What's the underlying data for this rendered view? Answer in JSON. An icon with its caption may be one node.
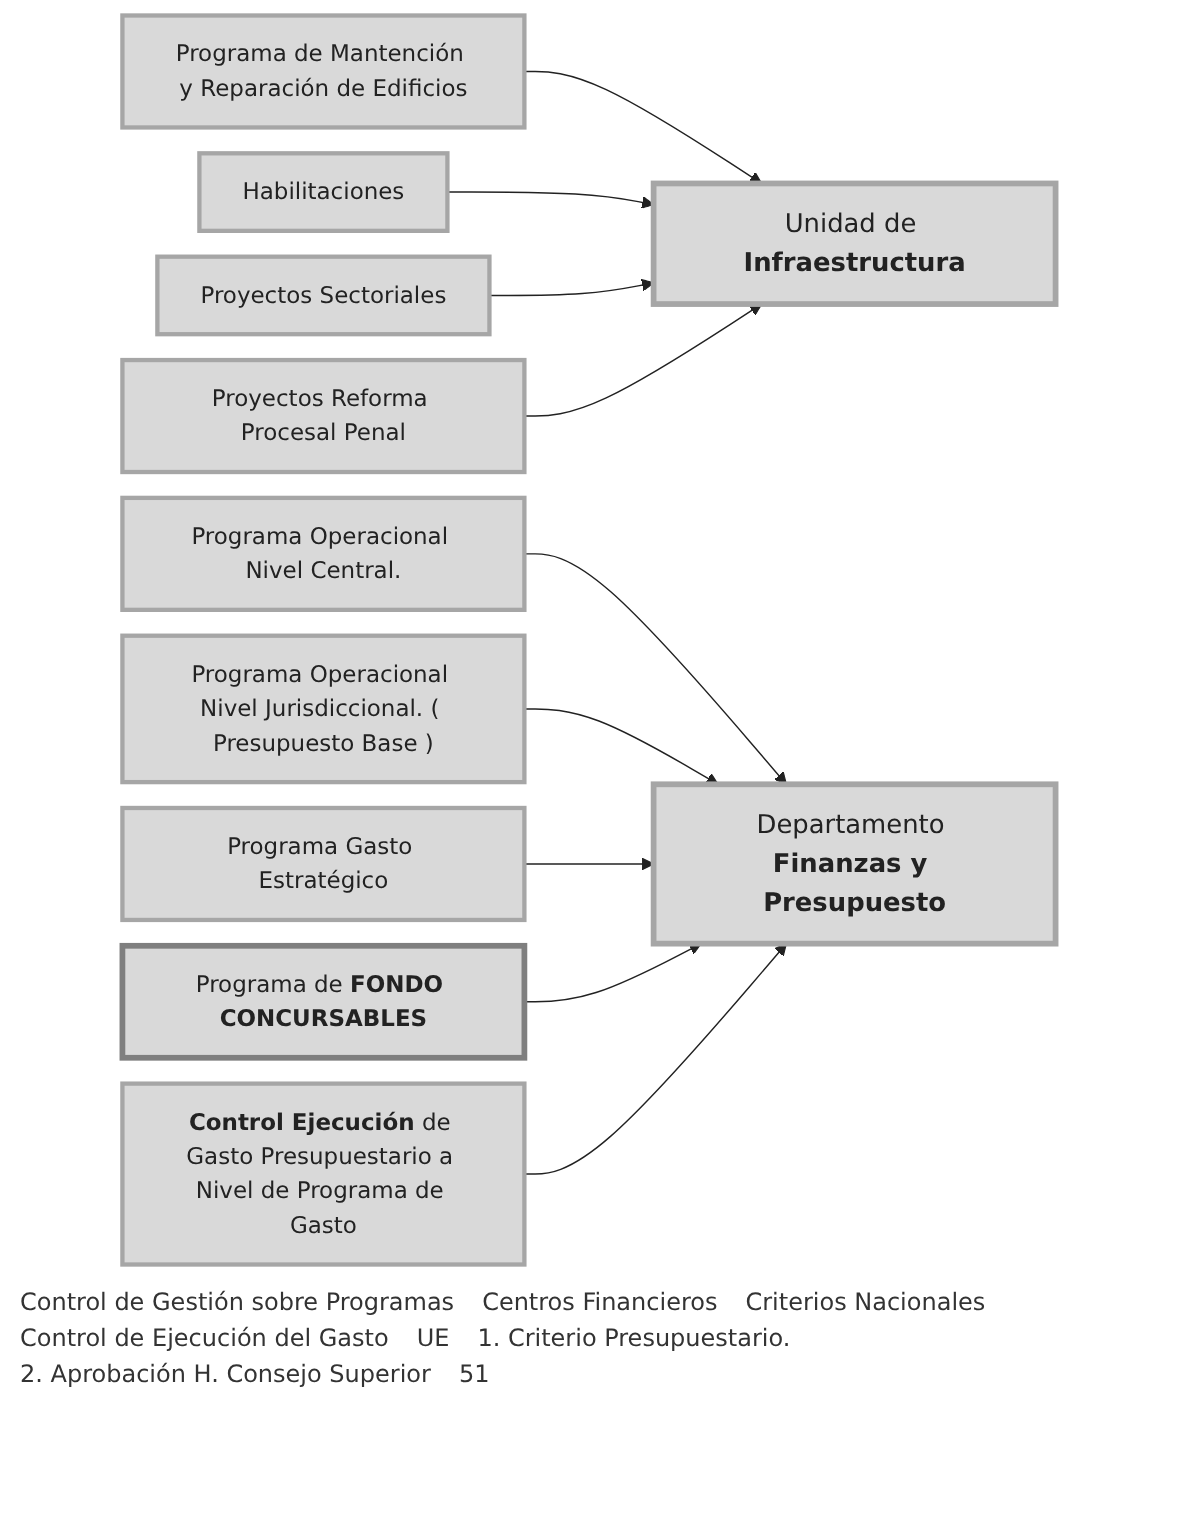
{
  "diagram": {
    "nodes": [
      {
        "text": [
          "Programa de Mantención y Reparación de Edificios"
        ]
      },
      {
        "text": [
          "Habilitaciones"
        ]
      },
      {
        "text": [
          "Proyectos Sectoriales"
        ]
      },
      {
        "text": [
          "Proyectos Reforma Procesal Penal"
        ]
      },
      {
        "text": [
          "Unidad de **Infraestructura**"
        ]
      },
      {
        "text": [
          "Programa Operacional Nivel Central."
        ]
      },
      {
        "text": [
          "Programa Operacional Nivel Jurisdiccional. ( Presupuesto Base )"
        ]
      },
      {
        "text": [
          "Programa Gasto Estratégico"
        ]
      },
      {
        "text": [
          "Programa de **FONDO CONCURSABLES**"
        ]
      },
      {
        "text": [
          "**Control Ejecución** de Gasto Presupuestario a Nivel de Programa de Gasto"
        ]
      },
      {
        "text": [
          "Departamento **Finanzas y Presupuesto**"
        ]
      }
    ],
    "edges": [
      {
        "from": 0,
        "to": 4,
        "arrow": "to"
      },
      {
        "from": 1,
        "to": 4,
        "arrow": "to"
      },
      {
        "from": 2,
        "to": 4,
        "arrow": "to"
      },
      {
        "from": 3,
        "to": 4,
        "arrow": "to"
      },
      {
        "from": 5,
        "to": 10,
        "arrow": "to"
      },
      {
        "from": 6,
        "to": 10,
        "arrow": "to"
      },
      {
        "from": 7,
        "to": 10,
        "arrow": "to"
      },
      {
        "from": 8,
        "to": 10,
        "arrow": "to"
      },
      {
        "from": 9,
        "to": 10,
        "arrow": "to"
      }
    ],
    "labels": [
      "Control de Gestión sobre Programas",
      "Centros Financieros",
      "Criterios Nacionales",
      "Control de Ejecución del Gasto",
      "UE",
      "1. Criterio Presupuestario.",
      "2. Aprobación H. Consejo Superior",
      "51"
    ]
  }
}
